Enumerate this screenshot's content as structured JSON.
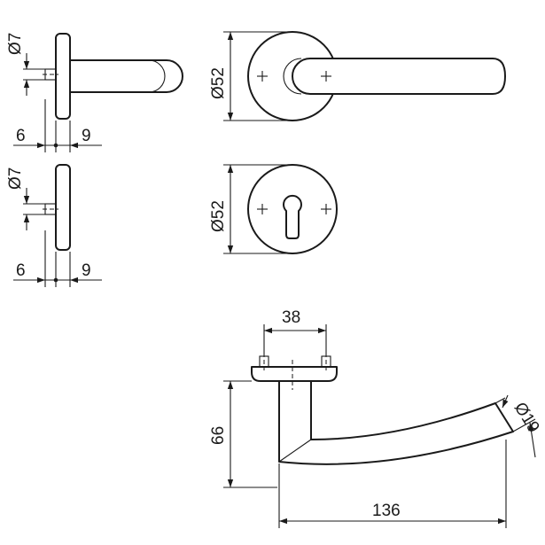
{
  "dimensions": {
    "top_spindle_dia": "Ø7",
    "top_left_offset": "6",
    "top_right_offset": "9",
    "top_rose_dia": "Ø52",
    "mid_spindle_dia": "Ø7",
    "mid_left_offset": "6",
    "mid_right_offset": "9",
    "mid_rose_dia": "Ø52",
    "handle_fixing_spacing": "38",
    "handle_height": "66",
    "handle_grip_dia": "Ø19",
    "handle_length": "136"
  },
  "colors": {
    "line": "#1a1a1a",
    "background": "#ffffff"
  }
}
